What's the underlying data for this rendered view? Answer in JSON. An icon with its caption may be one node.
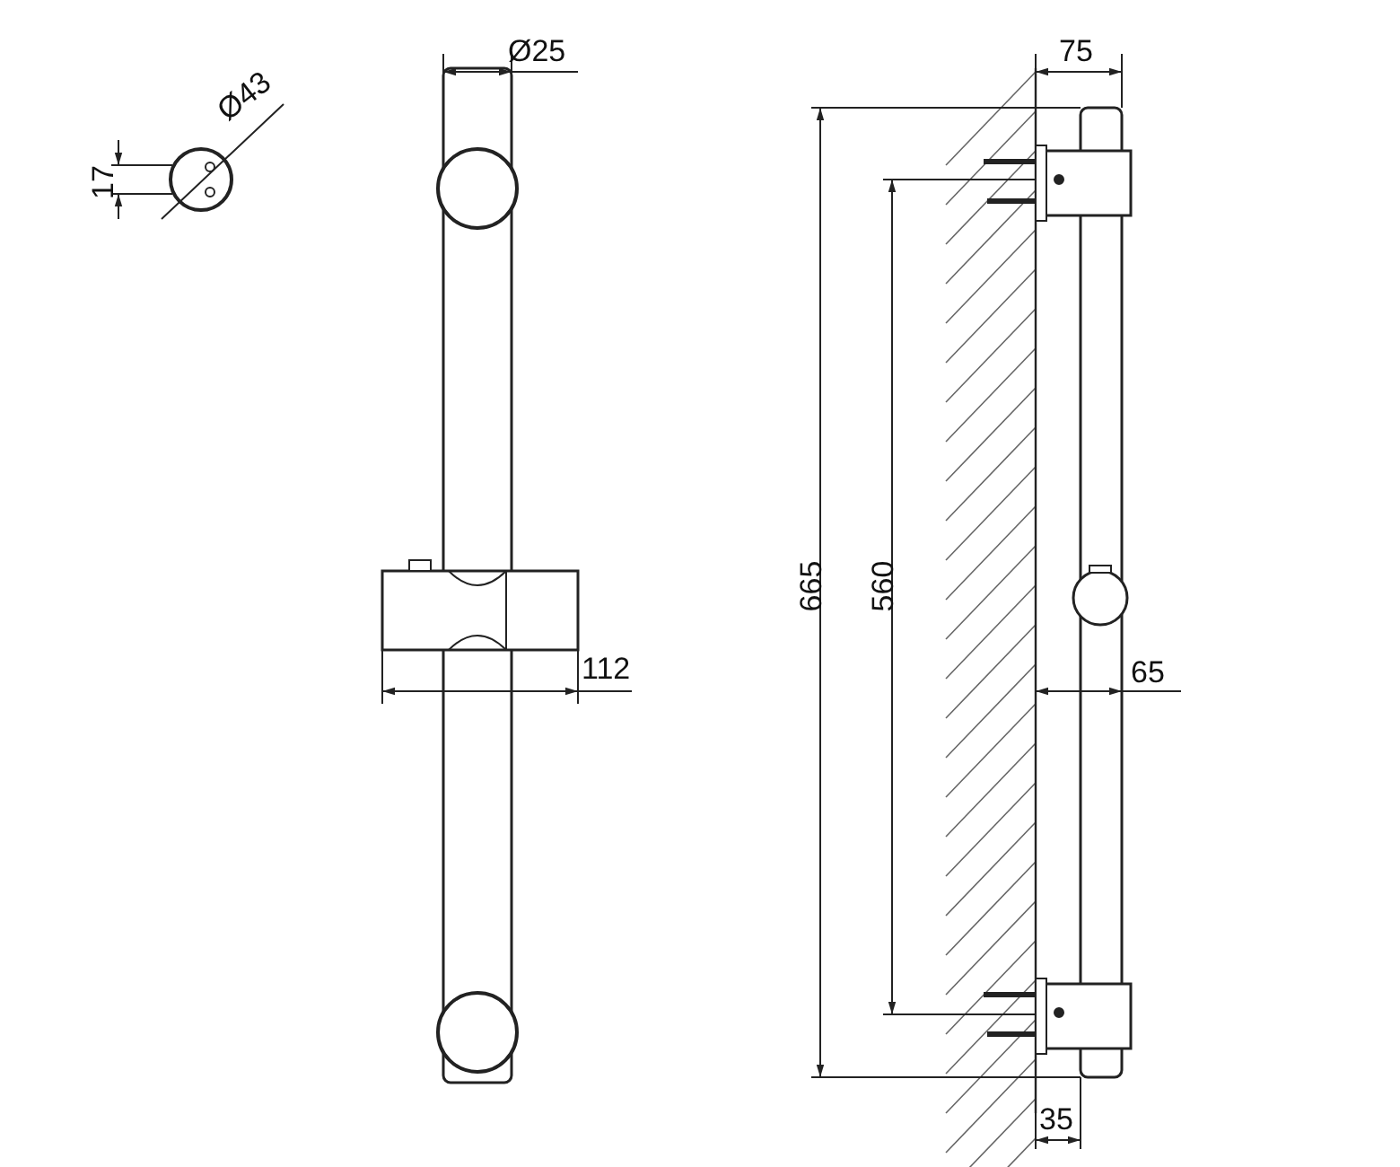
{
  "diagram": {
    "labels": [
      "Ø25",
      "75",
      "Ø43",
      "17",
      "665",
      "560",
      "112",
      "65",
      "35"
    ]
  }
}
